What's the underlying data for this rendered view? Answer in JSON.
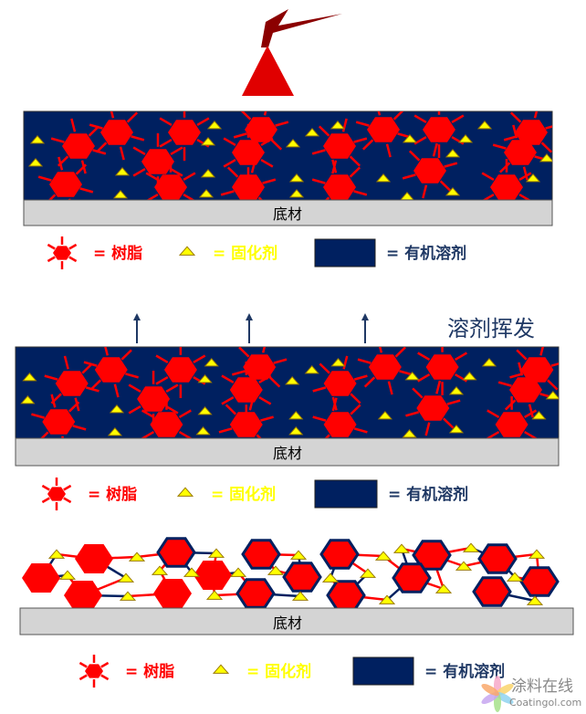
{
  "colors": {
    "resin": "#ff0000",
    "curing_agent": "#ffff00",
    "solvent": "#002060",
    "substrate": "#d4d4d4",
    "spray_gun": "#8b0000"
  },
  "substrate_label": "底材",
  "evaporation_label": "溶剂挥发",
  "legend": {
    "resin": "= 树脂",
    "curing_agent": "= 固化剂",
    "solvent": "= 有机溶剂"
  },
  "icons": [
    "spray-gun-icon",
    "resin-hexagon-icon",
    "curing-agent-triangle-icon",
    "solvent-swatch",
    "up-arrow-icon"
  ],
  "watermark": {
    "cn": "涂料在线",
    "en": "Coatingol.com"
  }
}
